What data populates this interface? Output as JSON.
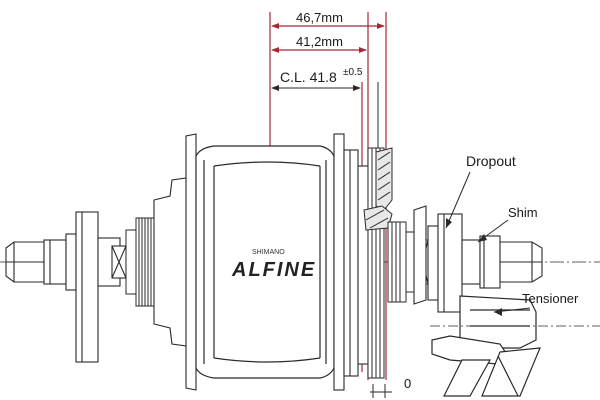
{
  "dimensions": {
    "outer": "46,7mm",
    "inner": "41,2mm",
    "cl_prefix": "C.L. 41.8",
    "cl_tolerance": "±0.5",
    "zero": "0"
  },
  "callouts": {
    "dropout": "Dropout",
    "shim": "Shim",
    "tensioner": "Tensioner"
  },
  "branding": {
    "maker": "SHIMANO",
    "model": "ALFINE"
  },
  "colors": {
    "dimension_red": "#a8283a",
    "line": "#2a2a2a"
  }
}
